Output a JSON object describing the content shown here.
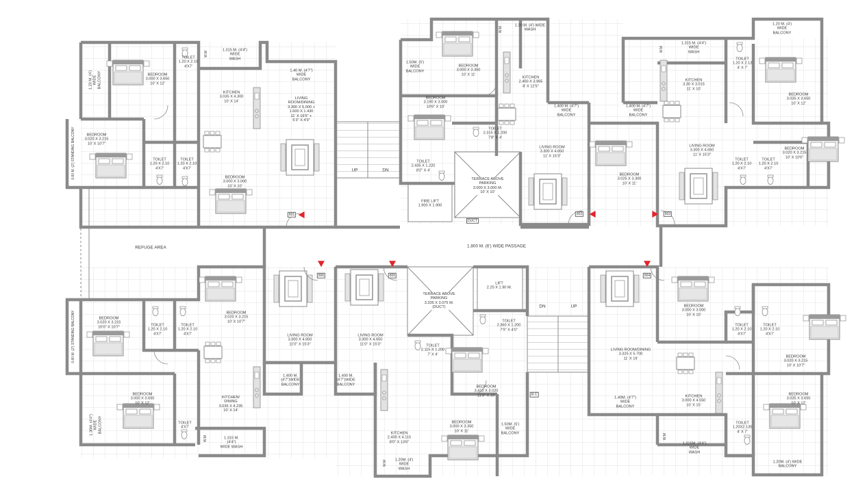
{
  "labels": {
    "bed_801_top": [
      "BEDROOM",
      "3.000 X 3.650",
      "10' X 12'"
    ],
    "bal_801_top": [
      "1.20 M. (4')",
      "WIDE",
      "BALCONY"
    ],
    "toilet_801_a": [
      "TOILET",
      "1.20 X 2.10",
      "4'X7'"
    ],
    "wm_801": [
      "W.M"
    ],
    "wash_801": [
      "1.315 M. (4'4\")",
      "WIDE",
      "WASH"
    ],
    "kitchen_801": [
      "KITCHEN",
      "3.035 X 4.300",
      "10' X 14'"
    ],
    "bal_801_mid": [
      "1.40 M. (4'7\")",
      "WIDE",
      "BALCONY"
    ],
    "living_801": [
      "LIVING",
      "ROOM/DINING",
      "",
      "3.300 X 5.000 +",
      "1.600 X 1.430",
      "11' X 16'5\" +",
      "5'3\" X 4'9\""
    ],
    "bed_801_left": [
      "BEDROOM",
      "3.020 X 3.215",
      "10' X 10'7\""
    ],
    "toilet_801_b": [
      "TOILET",
      "1.20 X 2.10",
      "4'X7'"
    ],
    "toilet_801_c": [
      "TOILET",
      "1.20 X 2.10",
      "4'X7'"
    ],
    "bed_801_bot": [
      "BEDROOM",
      "3.000 X 3.000",
      "10' X 10'"
    ],
    "standing_top": [
      "0.60 M. (2') STANDING BALCONY"
    ],
    "flat_801": [
      "801"
    ],
    "stairs_up_top": [
      "UP"
    ],
    "stairs_dn_top": [
      "DN"
    ],
    "wm_802": [
      "W.M"
    ],
    "wash_802": [
      "1.20 M. (4') WIDE",
      "WASH"
    ],
    "bal_802_left": [
      "1.50M. (5')",
      "WIDE",
      "BALCONY"
    ],
    "bed_802_top": [
      "BEDROOM",
      "3.000 X 3.350",
      "10' X 11'"
    ],
    "kitchen_802": [
      "KITCHEN",
      "2.400 X 3.965",
      "8' X 12'5\""
    ],
    "bed_802_mid": [
      "BEDROOM",
      "3.190 X 3.000",
      "10'6\" X 10'"
    ],
    "toilet_802_a": [
      "TOILET",
      "2.315 X 1.200",
      "7'8\" X 4'"
    ],
    "toilet_802_b": [
      "TOILET",
      "2.435 X 1.220",
      "8'2\" X 4'"
    ],
    "terrace_top": [
      "TERRACE ABOVE",
      "PARKING",
      "3.000 X 3.000 M.",
      "10' X 10'"
    ],
    "fire_lift": [
      "FIRE LIFT",
      "1.900 X 1.900"
    ],
    "duct_top": [
      "DUCT"
    ],
    "bal_802_right": [
      "1.400 M. (4'7\")",
      "WIDE",
      "BALCONY"
    ],
    "living_802": [
      "LIVING ROOM",
      "3.300 X 4.650",
      "11' X 15'3\""
    ],
    "flat_802": [
      "802"
    ],
    "bal_803_left": [
      "1.400 M. (4'7\")",
      "WIDE",
      "BALCONY"
    ],
    "bed_803_a": [
      "BEDROOM",
      "3.025 X 3.300",
      "10' X 11'"
    ],
    "wm_803": [
      "W.M"
    ],
    "wash_803": [
      "1.315 M. (4'4\")",
      "WIDE",
      "WASH"
    ],
    "kitchen_803": [
      "KITCHEN",
      "3.30 X 3.015",
      "11' X 10'"
    ],
    "living_803": [
      "LIVING ROOM",
      "3.300 X 4.650",
      "11' X 15'3\""
    ],
    "toilet_803_a": [
      "TOILET",
      "1.20 X 2.10",
      "4'X7'"
    ],
    "toilet_803_b": [
      "TOILET",
      "1.20 X 2.10",
      "4'X7'"
    ],
    "toilet_803_c": [
      "TOILET",
      "1.20 X 2.13",
      "4' X 7'"
    ],
    "bal_803_top": [
      "1.20 M. (4')",
      "WIDE",
      "BALCONY"
    ],
    "bed_803_b": [
      "BEDROOM",
      "3.035 X 3.650",
      "10' X 12'"
    ],
    "bed_803_c": [
      "BEDROOM",
      "3.020 X 3.215",
      "10' X 10'6\""
    ],
    "flat_803": [
      "803"
    ],
    "refuge": [
      "REFUGE AREA"
    ],
    "passage": [
      "1.800 M.  (6') WIDE PASSAGE"
    ],
    "standing_bot": [
      "0.60 M. (2') STANDING BALCONY"
    ],
    "bed_806_a": [
      "BEDROOM",
      "3.020 X 3.215",
      "10'0\" X 10'7\""
    ],
    "toilet_806_a": [
      "TOILET",
      "1.20 X 2.10",
      "4'X7'"
    ],
    "toilet_806_b": [
      "TOILET",
      "1.20 X 2.10",
      "4'X7'"
    ],
    "bed_806_b": [
      "BEDROOM",
      "3.020 X 3.215",
      "10' X 10'7\""
    ],
    "living_806": [
      "LIVING ROOM",
      "3.300 X 4.650",
      "11'0\" X 15'3\""
    ],
    "flat_806": [
      "806"
    ],
    "bal_806_a": [
      "1.30M. (4'4\")",
      "WIDE",
      "BALCONY"
    ],
    "bed_806_c": [
      "BEDROOM",
      "3.000 X 3.650",
      "10' X 12'"
    ],
    "toilet_806_c": [
      "TOILET",
      "4'X7'"
    ],
    "kitchen_806": [
      "KITCHEN/",
      "DINING",
      "3.035 X 4.235",
      "10' X 14'"
    ],
    "wm_806": [
      "W.M"
    ],
    "wash_806": [
      "1.315 M.",
      "(4'4\")",
      "WIDE WASH"
    ],
    "bal_806_b": [
      "1.400 M.",
      "(4'7\")WIDE",
      "BALCONY"
    ],
    "bal_805_a": [
      "1.400 M.",
      "(4'7\")WIDE",
      "BALCONY"
    ],
    "living_805": [
      "LIVING ROOM",
      "3.300 X 4.650",
      "11'0\" X 15'3\""
    ],
    "flat_805": [
      "805"
    ],
    "terrace_bot": [
      "TERRACE ABOVE",
      "PARKING",
      "3.335 X 3.075 M.",
      "(DUCT)"
    ],
    "lift": [
      "LIFT",
      "2.20 X 1.90 M."
    ],
    "toilet_805_a": [
      "TOILET",
      "2.360 X 1.200",
      "7'9\" X 4'0\""
    ],
    "toilet_805_b": [
      "TOILET",
      "2.115 X 1.200",
      "7' X 4'"
    ],
    "bed_805_a": [
      "BEDROOM",
      "3.410 X 3.020",
      "11'3\" X 10'"
    ],
    "kitchen_805": [
      "KITCHEN",
      "2.400 X 4.115",
      "8'0\" X 13'6\""
    ],
    "bed_805_b": [
      "BEDROOM",
      "3.000 X 3.350",
      "10' X 11'"
    ],
    "bal_805_b": [
      "1.50M. (5')",
      "WIDE",
      "BALCONY"
    ],
    "wm_805": [
      "W.M"
    ],
    "wash_805": [
      "1.20M. (4')",
      "WIDE",
      "WASH"
    ],
    "stairs_dn_bot": [
      "DN"
    ],
    "stairs_up_bot": [
      "UP"
    ],
    "rc": [
      "R.C"
    ],
    "flat_804": [
      "804"
    ],
    "living_804": [
      "LIVING ROOM/DINING",
      "3.325 X 5.700",
      "11' X 19'"
    ],
    "bed_804_a": [
      "BEDROOM",
      "3.000 X 3.000",
      "10' X 10'"
    ],
    "toilet_804_a": [
      "TOILET",
      "1.20 X 2.10",
      "4'X7'"
    ],
    "toilet_804_b": [
      "TOILET",
      "1.20 X 2.10",
      "4'X7'"
    ],
    "bed_804_b": [
      "BEDROOM",
      "3.020 X 3.215",
      "10' X 10'7\""
    ],
    "bal_804_a": [
      "1.40M. (4'7\")",
      "WIDE",
      "BALCONY"
    ],
    "kitchen_804": [
      "KITCHEN",
      "3.000 X 4.550",
      "10' X 15'"
    ],
    "bed_804_c": [
      "BEDROOM",
      "3.035 X 3.650",
      "10' X 12'"
    ],
    "toilet_804_c": [
      "TOILET",
      "1.20X2.135",
      "4' X 7'"
    ],
    "wm_804": [
      "W.M"
    ],
    "wash_804": [
      "1.315M. (4'4\")",
      "WIDE",
      "WASH"
    ],
    "bal_804_b": [
      "1.20M. (4') WIDE",
      "BALCONY"
    ]
  },
  "colors": {
    "wall": "#8a8a8a",
    "grid": "#d9d9d9",
    "furniture": "#9a9a9a",
    "entry_marker": "#e3242b"
  }
}
